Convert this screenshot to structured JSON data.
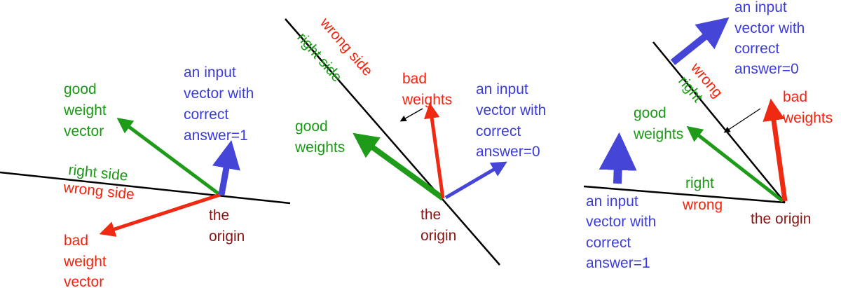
{
  "colors": {
    "green": "#1a9a14",
    "red": "#f4230c",
    "blue": "#3c3cdc",
    "maroon": "#8a1414",
    "line": "#000000",
    "arrow_green": "#1f9b1a",
    "arrow_red": "#f02a12",
    "arrow_blue": "#4545d8"
  },
  "panel_left": {
    "good_weight": [
      "good",
      "weight",
      "vector"
    ],
    "input_vector": [
      "an input",
      "vector with",
      "correct",
      "answer=1"
    ],
    "right_side": "right side",
    "wrong_side": "wrong side",
    "bad_weight": [
      "bad",
      "weight",
      "vector"
    ],
    "origin": [
      "the",
      "origin"
    ]
  },
  "panel_middle": {
    "wrong_side": "wrong side",
    "right_side": "right side",
    "bad_weights": [
      "bad",
      "weights"
    ],
    "input_vector": [
      "an input",
      "vector with",
      "correct",
      "answer=0"
    ],
    "good_weights": [
      "good",
      "weights"
    ],
    "origin": [
      "the",
      "origin"
    ]
  },
  "panel_right": {
    "input_vector_top": [
      "an input",
      "vector with",
      "correct",
      "answer=0"
    ],
    "wrong": "wrong",
    "right": "right",
    "bad_weights": [
      "bad",
      "weights"
    ],
    "good_weights": [
      "good",
      "weights"
    ],
    "right_lower": "right",
    "wrong_lower": "wrong",
    "input_vector_bottom": [
      "an input",
      "vector with",
      "correct",
      "answer=1"
    ],
    "origin": "the origin"
  }
}
